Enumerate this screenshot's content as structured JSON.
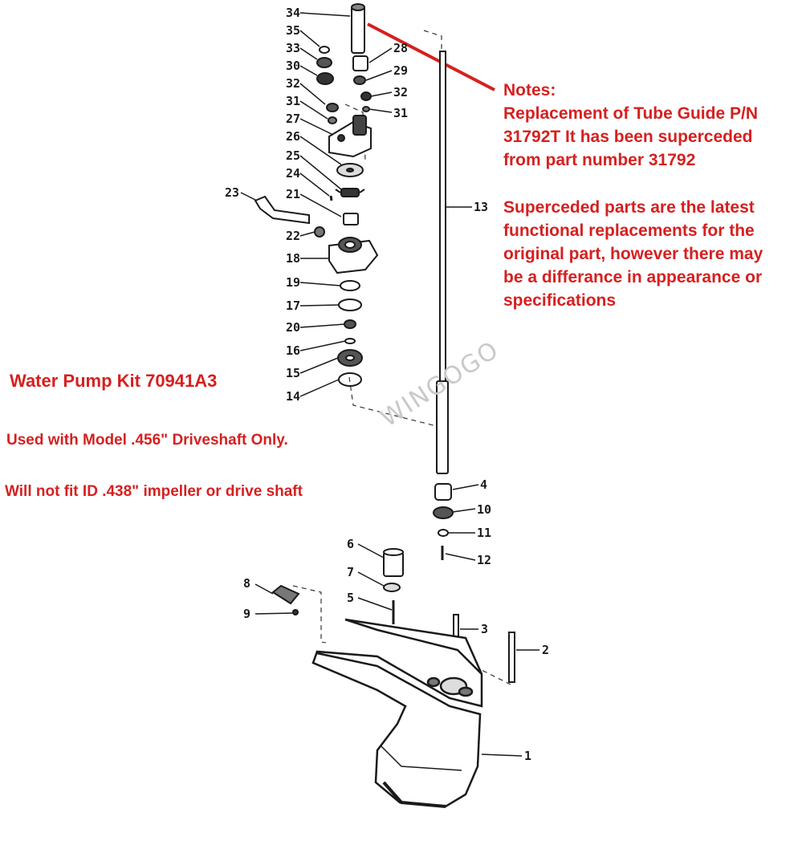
{
  "notes": {
    "heading": "Notes:",
    "lines": [
      "Replacement of Tube Guide P/N",
      "31792T It has been superceded",
      "from part number 31792"
    ],
    "superceded_lines": [
      "Superceded parts are the latest",
      "functional replacements for the",
      "original part, however there may",
      "be a differance in appearance or",
      "specifications"
    ]
  },
  "kit": {
    "title": "Water Pump Kit 70941A3",
    "usage": "Used with Model .456\" Driveshaft Only.",
    "fit": "Will not fit ID .438\" impeller or drive shaft"
  },
  "watermark": "WINGOGO",
  "callouts": {
    "c34": "34",
    "c35": "35",
    "c33": "33",
    "c30": "30",
    "c32a": "32",
    "c31a": "31",
    "c27": "27",
    "c26": "26",
    "c25": "25",
    "c24": "24",
    "c21": "21",
    "c23": "23",
    "c22": "22",
    "c18": "18",
    "c19": "19",
    "c17": "17",
    "c20": "20",
    "c16": "16",
    "c15": "15",
    "c14": "14",
    "c28": "28",
    "c29": "29",
    "c32b": "32",
    "c31b": "31",
    "c13": "13",
    "c4": "4",
    "c10": "10",
    "c11": "11",
    "c12": "12",
    "c6": "6",
    "c7": "7",
    "c5": "5",
    "c8": "8",
    "c9": "9",
    "c3": "3",
    "c2": "2",
    "c1": "1"
  },
  "colors": {
    "accent_red": "#d62020",
    "line_art": "#1a1a1a"
  }
}
